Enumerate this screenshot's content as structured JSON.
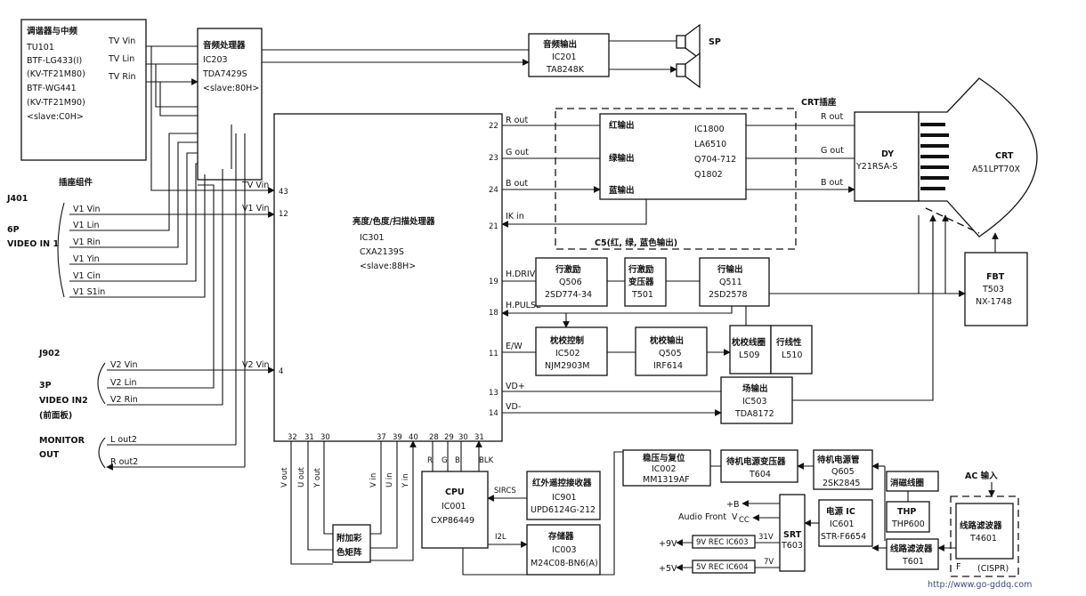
{
  "tuner": {
    "title": "调谐器与中频",
    "lines": [
      "TU101",
      "BTF-LG433(Ⅰ)",
      "(KV-TF21M80)",
      "BTF-WG441",
      "(KV-TF21M90)",
      "<slave:C0H>"
    ],
    "sig": [
      "TV Vin",
      "TV Lin",
      "TV Rin"
    ]
  },
  "audio_proc": {
    "title": "音频处理器",
    "lines": [
      "IC203",
      "TDA7429S",
      "<slave:80H>"
    ]
  },
  "audio_out": {
    "title": "音频输出",
    "lines": [
      "IC201",
      "TA8248K"
    ]
  },
  "speaker_label": "SP",
  "crt_socket_label": "CRT插座",
  "crt": {
    "lines": [
      "CRT",
      "A51LPT70X"
    ]
  },
  "dy": {
    "lines": [
      "DY",
      "Y21RSA-S"
    ]
  },
  "rgb_out": {
    "title": "红输出",
    "sub": [
      "绿输出",
      "蓝输出"
    ],
    "lines": [
      "IC1800",
      "LA6510",
      "Q704-712",
      "Q1802"
    ],
    "caption": "C5(红, 绿, 蓝色输出)"
  },
  "main_ic": {
    "title": "亮度/色度/扫描处理器",
    "lines": [
      "IC301",
      "CXA2139S",
      "<slave:88H>"
    ]
  },
  "pins_right": [
    {
      "label": "R out",
      "pin": "22"
    },
    {
      "label": "G out",
      "pin": "23"
    },
    {
      "label": "B out",
      "pin": "24"
    },
    {
      "label": "IK in",
      "pin": "21"
    },
    {
      "label": "H.DRIVE",
      "pin": "19"
    },
    {
      "label": "H.PULSE",
      "pin": "18"
    },
    {
      "label": "E/W",
      "pin": "11"
    },
    {
      "label": "VD+",
      "pin": "13"
    },
    {
      "label": "VD-",
      "pin": "14"
    }
  ],
  "pins_left": [
    {
      "label": "TV Vin",
      "pin": "43"
    },
    {
      "label": "V1 Vin",
      "pin": "12"
    },
    {
      "label": "V2 Vin",
      "pin": "4"
    }
  ],
  "pins_bottom": [
    "32",
    "31",
    "30",
    "37",
    "39",
    "40",
    "28",
    "29",
    "30",
    "31"
  ],
  "pins_bottom_sig": [
    "V out",
    "U out",
    "Y out",
    "V in",
    "U in",
    "Y in",
    "R",
    "G",
    "B",
    "BLK"
  ],
  "crt_out_sig": [
    "R out",
    "G out",
    "B out"
  ],
  "socket": {
    "title": "插座组件"
  },
  "j401": {
    "id": "J401",
    "desc": [
      "6P",
      "VIDEO IN 1"
    ],
    "sig": [
      "V1 Vin",
      "V1 Lin",
      "V1 Rin",
      "V1 Yin",
      "V1 Cin",
      "V1 S1in"
    ]
  },
  "j902": {
    "id": "J902",
    "desc": [
      "3P",
      "VIDEO IN2",
      "(前面板)"
    ],
    "sig": [
      "V2 Vin",
      "V2 Lin",
      "V2 Rin"
    ]
  },
  "monitor": {
    "desc": [
      "MONITOR",
      "OUT"
    ],
    "sig": [
      "L out2",
      "R out2"
    ]
  },
  "h_drive": {
    "title": "行激励",
    "lines": [
      "Q506",
      "2SD774-34"
    ]
  },
  "h_trans": {
    "title": "行激励",
    "lines": [
      "变压器",
      "T501"
    ]
  },
  "h_out": {
    "title": "行输出",
    "lines": [
      "Q511",
      "2SD2578"
    ]
  },
  "fbt": {
    "title": "FBT",
    "lines": [
      "T503",
      "NX-1748"
    ]
  },
  "pin_ctrl": {
    "title": "枕校控制",
    "lines": [
      "IC502",
      "NJM2903M"
    ]
  },
  "pin_out": {
    "title": "枕校输出",
    "lines": [
      "Q505",
      "IRF614"
    ]
  },
  "pin_coil": {
    "title": "枕校线圈",
    "lines": [
      "L509"
    ]
  },
  "h_lin": {
    "title": "行线性",
    "lines": [
      "L510"
    ]
  },
  "v_out": {
    "title": "场输出",
    "lines": [
      "IC503",
      "TDA8172"
    ]
  },
  "cpu": {
    "title": "CPU",
    "lines": [
      "IC001",
      "CXP86449"
    ]
  },
  "ir": {
    "title": "红外遥控接收器",
    "lines": [
      "IC901",
      "UPD6124G-212"
    ],
    "sig": "SIRCS"
  },
  "mem": {
    "title": "存储器",
    "lines": [
      "IC003",
      "M24C08-BN6(A)"
    ],
    "sig": "I2L"
  },
  "color_matrix": {
    "lines": [
      "附加彩",
      "色矩阵"
    ]
  },
  "regulator": {
    "title": "稳压与复位",
    "lines": [
      "IC002",
      "MM1319AF"
    ]
  },
  "stby_trans": {
    "title": "待机电源变压器",
    "lines": [
      "T604"
    ]
  },
  "stby_tube": {
    "title": "待机电源管",
    "lines": [
      "Q605",
      "2SK2845"
    ]
  },
  "degauss": {
    "title": "消磁线圈"
  },
  "thp": {
    "title": "THP",
    "lines": [
      "THP600"
    ]
  },
  "ac_in": "AC 输入",
  "line_filter1": {
    "title": "线路滤波器",
    "lines": [
      "T4601"
    ],
    "note": "(CISPR)",
    "f": "F"
  },
  "line_filter2": {
    "title": "线路滤波器",
    "lines": [
      "T601"
    ]
  },
  "power_ic": {
    "title": "电源 IC",
    "lines": [
      "IC601",
      "STR-F6654"
    ]
  },
  "srt": {
    "lines": [
      "SRT",
      "T603"
    ]
  },
  "supply": {
    "plus_b": "+B",
    "audio_front": "Audio Front",
    "vcc": "V",
    "vcc_sub": "CC",
    "v31": "31V",
    "v7": "7V"
  },
  "reg9": {
    "label": "9V REC IC603",
    "out": "+9V"
  },
  "reg5": {
    "label": "5V REC IC604",
    "out": "+5V"
  },
  "watermark": "http://www.go-gddq.com"
}
